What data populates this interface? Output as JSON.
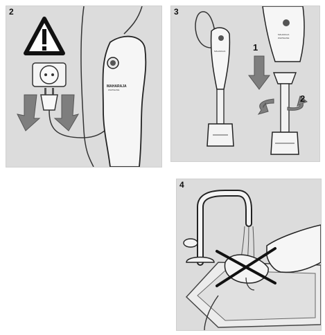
{
  "panels": [
    {
      "step": "2",
      "brand": "MAHARAJA",
      "sub": "WHITELINE",
      "model": "MAHARAJA"
    },
    {
      "step": "3",
      "brand": "MAHARAJA",
      "sub": "WHITELINE",
      "arrow1": "1",
      "arrow2": "2"
    },
    {
      "step": "4"
    }
  ]
}
